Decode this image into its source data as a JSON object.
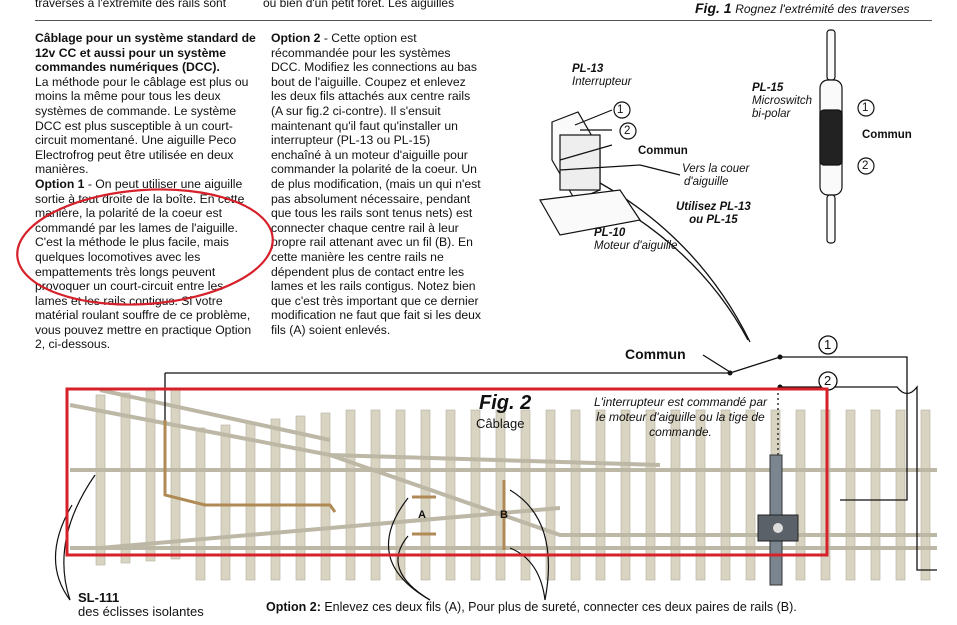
{
  "top_fragments": {
    "left": "traverses à l'extrémité des rails sont",
    "middle": "ou bien d'un petit forêt. Les aiguilles"
  },
  "fig1": {
    "number": "Fig. 1",
    "caption": "Rognez l'extrémité des traverses"
  },
  "left_column": {
    "heading": "Câblage pour un système standard de 12v CC et aussi pour un système commandes numériques (DCC).",
    "body": "La méthode pour le câblage est plus ou moins la même pour tous les deux systèmes de commande. Le système DCC est plus susceptible à un court-circuit momentané. Une aiguille Peco Electrofrog peut être utilisée en deux manières.",
    "option1_label": "Option 1",
    "option1_text": " - On peut utiliser une aiguille sortie à tout droite de la boîte. En cette manière, la polarité de la coeur est commandé par les lames de l'aiguille. C'est la méthode le plus facile, mais quelques locomotives avec les empattements très longs peuvent provoquer un court-circuit entre les lames et les rails contigus. Si votre matérial roulant souffre de ce problème, vous pouvez mettre en practique Option 2, ci-dessous."
  },
  "middle_column": {
    "option2_label": "Option 2",
    "option2_text": " - Cette option est récommandée pour les systèmes DCC. Modifiez les connections au bas bout de l'aiguille. Coupez et enlevez les deux fils attachés aux centre rails (A sur fig.2 ci-contre). Il s'ensuit maintenant qu'il faut qu'installer un interrupteur (PL-13 ou PL-15) enchaîné à un moteur d'aiguille pour commander la polarité de la coeur. Un de plus modification, (mais un qui n'est pas absolument nécessaire, pendant que tous les rails sont tenus nets) est connecter chaque centre rail à leur propre rail attenant avec un fil (B). En cette manière les centre rails ne dépendent plus de contact entre les lames et les rails contigus. Notez bien que c'est très important que ce dernier modification ne faut que fait si les deux fils (A) soient enlevés."
  },
  "diagram_labels": {
    "pl13_code": "PL-13",
    "pl13_name": "Interrupteur",
    "pl15_code": "PL-15",
    "pl15_name1": "Microswitch",
    "pl15_name2": "bi-polar",
    "commun": "Commun",
    "vers_line1": "Vers la couer",
    "vers_line2": "d'aiguille",
    "utilisez_line1": "Utilisez PL-13",
    "utilisez_line2": "ou PL-15",
    "pl10_code": "PL-10",
    "pl10_name": "Moteur d'aiguille",
    "commun_switch": "Commun",
    "num1": "1",
    "num2": "2"
  },
  "fig2": {
    "number": "Fig. 2",
    "caption": "Câblage",
    "note": "L'interrupteur est commandé par le moteur d'aiguille ou la tige de commande.",
    "label_a": "A",
    "label_b": "B"
  },
  "bottom": {
    "sl111_code": "SL-111",
    "sl111_text": "des éclisses isolantes",
    "option2_label": "Option 2:",
    "option2_text": " Enlevez ces deux fils (A), Pour plus de sureté, connecter ces deux paires de rails (B)."
  },
  "colors": {
    "red_box": "#d6202a",
    "rail": "#c9c3b2",
    "sleeper": "#d9d3c2",
    "wire": "#b08a55"
  }
}
